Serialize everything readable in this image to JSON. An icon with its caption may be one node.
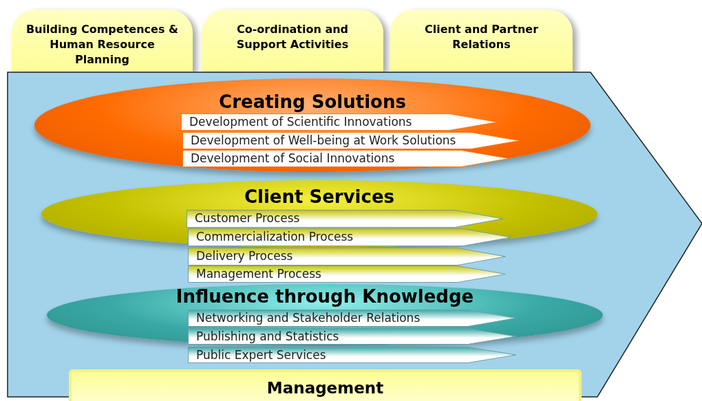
{
  "diagram": {
    "nodes": [
      {
        "text": [
          "Building Competences & Human Resource Planning"
        ]
      },
      {
        "text": [
          "Co-ordination and Support Activities"
        ]
      },
      {
        "text": [
          "Client and Partner Relations"
        ]
      },
      {
        "text": [],
        "shape": "chevron"
      },
      {
        "text": [
          "Creating Solutions"
        ],
        "in": 3
      },
      {
        "text": [
          "Development of Scientific Innovations"
        ],
        "in": 4
      },
      {
        "text": [
          "Development of Well-being at Work Solutions"
        ],
        "in": 4
      },
      {
        "text": [
          "Development of Social Innovations"
        ],
        "in": 4
      },
      {
        "text": [
          "Client Services"
        ],
        "in": 3
      },
      {
        "text": [
          "Customer Process"
        ],
        "in": 8
      },
      {
        "text": [
          "Commercialization Process"
        ],
        "in": 8
      },
      {
        "text": [
          "Delivery Process"
        ],
        "in": 3
      },
      {
        "text": [
          "Management Process"
        ],
        "in": 3
      },
      {
        "text": [
          "Influence through Knowledge"
        ],
        "in": 3
      },
      {
        "text": [
          "Networking and Stakeholder Relations"
        ],
        "in": 13
      },
      {
        "text": [
          "Publishing and Statistics"
        ],
        "in": 13
      },
      {
        "text": [
          "Public Expert Services"
        ],
        "in": 3
      },
      {
        "text": [
          "Management"
        ]
      }
    ]
  }
}
